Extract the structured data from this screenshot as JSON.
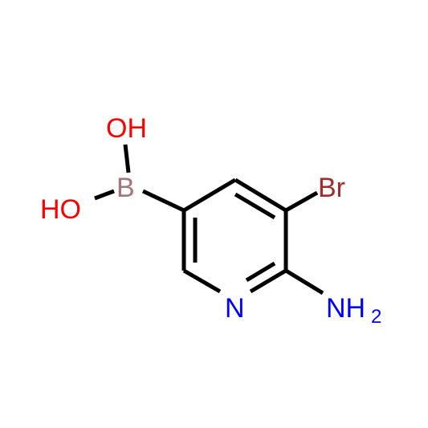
{
  "molecule": {
    "atoms": {
      "oh_top": "OH",
      "oh_left": "HO",
      "boron": "B",
      "bromine": "Br",
      "nitrogen": "N",
      "amine_main": "NH",
      "amine_sub": "2"
    },
    "colors": {
      "oxygen": "#ff0000",
      "boron": "#a3767c",
      "bromine": "#a52a2a",
      "nitrogen": "#0000ff",
      "bond": "#000000"
    }
  }
}
